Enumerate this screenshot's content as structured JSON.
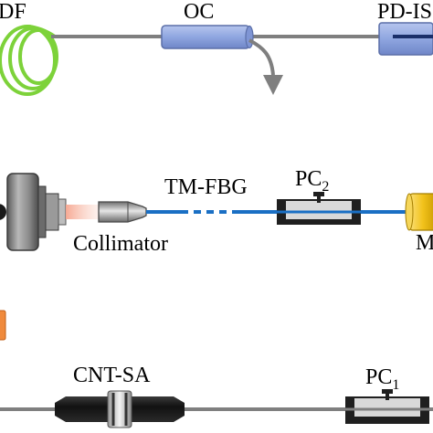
{
  "labels": {
    "df": "DF",
    "oc": "OC",
    "pd": "PD-IS",
    "tmfbg": "TM-FBG",
    "pc2_main": "PC",
    "pc2_sub": "2",
    "collimator": "Collimator",
    "m": "M",
    "cntsa": "CNT-SA",
    "pc1_main": "PC",
    "pc1_sub": "1"
  },
  "colors": {
    "fiber": "#7f7f7f",
    "fiber_blue": "#1a6fc4",
    "coil": "#7dd23a",
    "coupler": "#8fa6e0",
    "pc_body": "#1f1f1f",
    "pc_window": "#d9d9d9",
    "mirror": "#f2c21b",
    "beam": "#f0b8a8"
  },
  "icons": [
    "fiber-coil",
    "optical-coupler",
    "photodetector",
    "output-arrow",
    "laser-mount",
    "collimator",
    "fiber-bragg-grating",
    "polarization-controller",
    "mirror",
    "saturable-absorber"
  ]
}
